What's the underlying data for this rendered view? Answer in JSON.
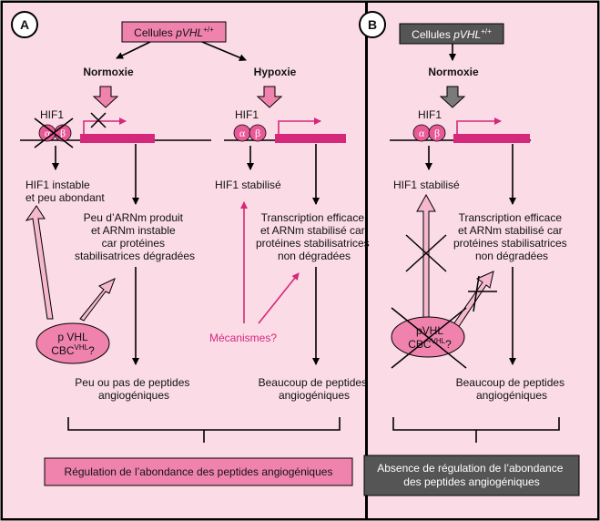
{
  "colors": {
    "background": "#fadbe6",
    "frame": "#000000",
    "pink_fill": "#f083ad",
    "magenta": "#d6287a",
    "dark_gray": "#555555",
    "light_pink": "#f5b8cf",
    "gray_arrow": "#7a7a7a"
  },
  "panel_a": {
    "letter": "A",
    "header_label": "Cellules ",
    "header_gene": "pVHL",
    "header_sup": "+/+",
    "normoxie": "Normoxie",
    "hypoxie": "Hypoxie",
    "hif1_left": "HIF1",
    "hif1_right": "HIF1",
    "alpha": "α",
    "beta": "β",
    "instable_line1": "HIF1 instable",
    "instable_line2": "et peu abondant",
    "stabilise": "HIF1 stabilisé",
    "arnm_left_lines": [
      "Peu d’ARNm produit",
      "et ARNm instable",
      "car protéines",
      "stabilisatrices dégradées"
    ],
    "arnm_right_lines": [
      "Transcription efficace",
      "et ARNm stabilisé car",
      "protéines stabilisatrices",
      "non dégradées"
    ],
    "pvhl_line1": "p VHL",
    "cbc": "CBC",
    "cbc_sup": "VHL",
    "cbc_q": "?",
    "mecanismes": "Mécanismes?",
    "peptides_left_lines": [
      "Peu ou pas de peptides",
      "angiogéniques"
    ],
    "peptides_right_lines": [
      "Beaucoup de peptides",
      "angiogéniques"
    ],
    "regulation_label": "Régulation de l’abondance des peptides angiogéniques"
  },
  "panel_b": {
    "letter": "B",
    "header_label": "Cellules ",
    "header_gene": "pVHL",
    "header_sup": "+/+",
    "normoxie": "Normoxie",
    "hif1": "HIF1",
    "alpha": "α",
    "beta": "β",
    "stabilise": "HIF1 stabilisé",
    "arnm_lines": [
      "Transcription efficace",
      "et ARNm stabilisé car",
      "protéines stabilisatrices",
      "non dégradées"
    ],
    "pvhl_line1": "pVHL",
    "cbc": "CBC",
    "cbc_sup": "VHL",
    "cbc_q": "?",
    "peptides_lines": [
      "Beaucoup de peptides",
      "angiogéniques"
    ],
    "absence_lines": [
      "Absence de régulation de l’abondance",
      "des peptides angiogéniques"
    ]
  }
}
